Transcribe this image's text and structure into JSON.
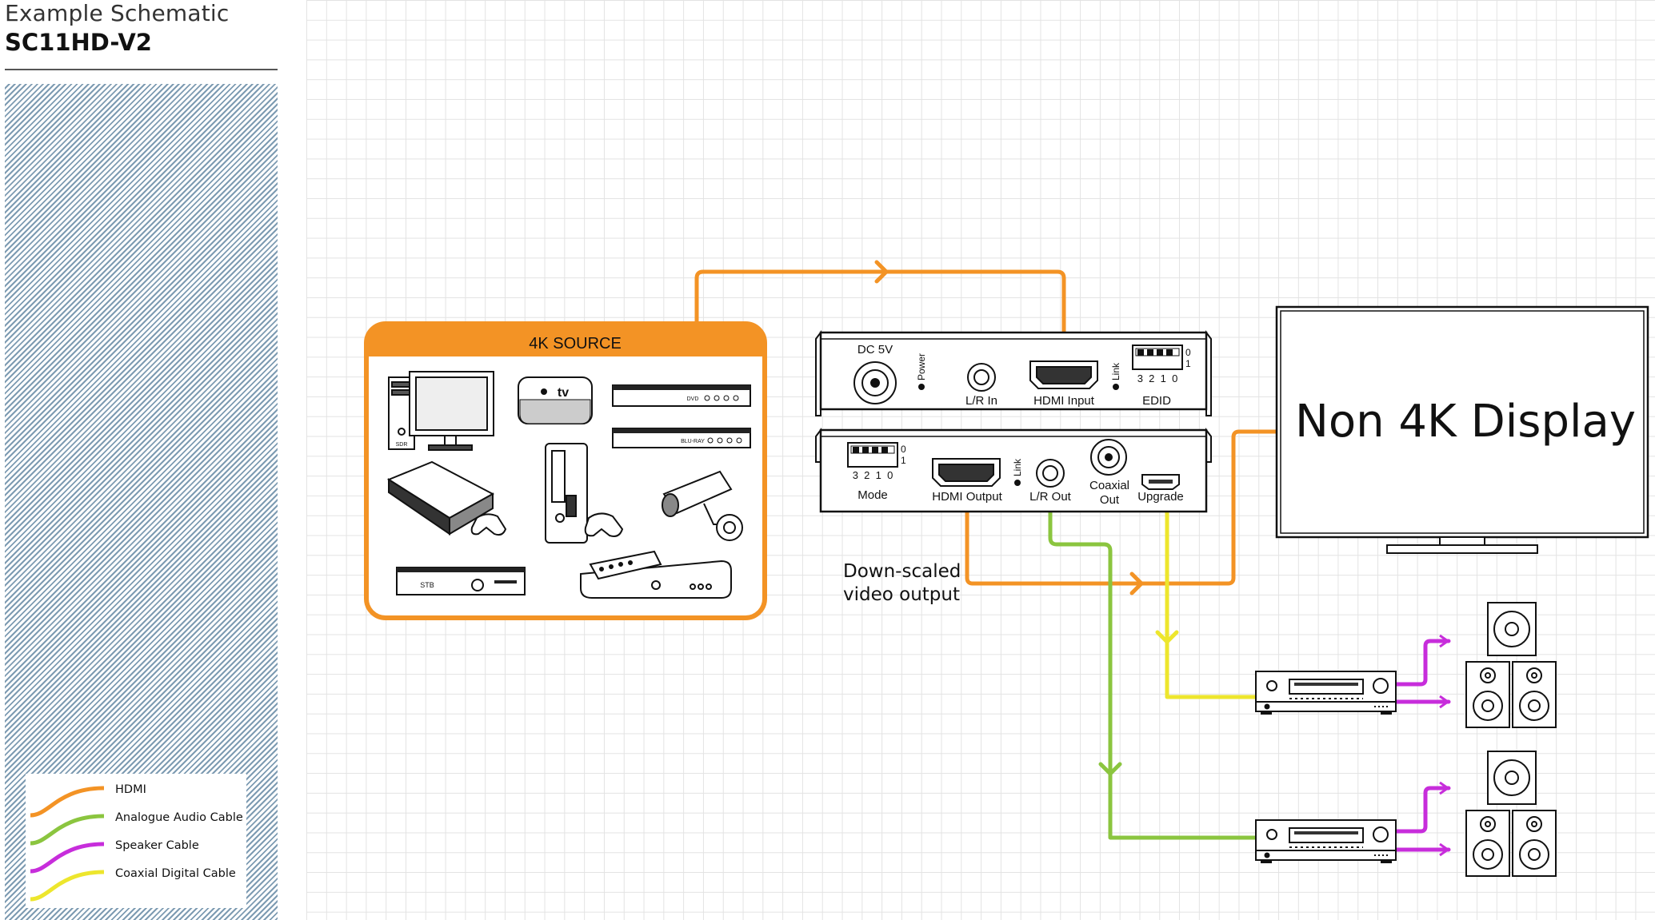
{
  "header": {
    "subtitle": "Example Schematic",
    "model": "SC11HD-V2"
  },
  "source_box": {
    "title": "4K SOURCE",
    "device_labels": {
      "pc": "SDR",
      "appletv": "tv",
      "dvd": "DVD",
      "bluray": "BLU-RAY",
      "stb": "STB"
    }
  },
  "unit_top": {
    "dc": "DC 5V",
    "power": "Power",
    "lr_in": "L/R In",
    "hdmi_in": "HDMI Input",
    "link": "Link",
    "edid": "EDID",
    "dip_numbers": "3  2  1  0",
    "dip_one": "1",
    "dip_zero": "0"
  },
  "unit_bottom": {
    "mode": "Mode",
    "hdmi_out": "HDMI Output",
    "link": "Link",
    "lr_out": "L/R Out",
    "coax_line1": "Coaxial",
    "coax_line2": "Out",
    "upgrade": "Upgrade",
    "dip_numbers": "3  2  1  0",
    "dip_one": "1",
    "dip_zero": "0"
  },
  "display": {
    "label": "Non 4K Display"
  },
  "annotation": {
    "line1": "Down-scaled",
    "line2": "video output"
  },
  "legend": {
    "items": [
      {
        "label": "HDMI",
        "color": "#f39325"
      },
      {
        "label": "Analogue Audio Cable",
        "color": "#8bc53f"
      },
      {
        "label": "Speaker Cable",
        "color": "#c72ddb"
      },
      {
        "label": "Coaxial Digital Cable",
        "color": "#ede62d"
      }
    ]
  },
  "colors": {
    "hdmi": "#f39325",
    "analogue": "#8bc53f",
    "speaker": "#c72ddb",
    "coaxial": "#ede62d"
  }
}
